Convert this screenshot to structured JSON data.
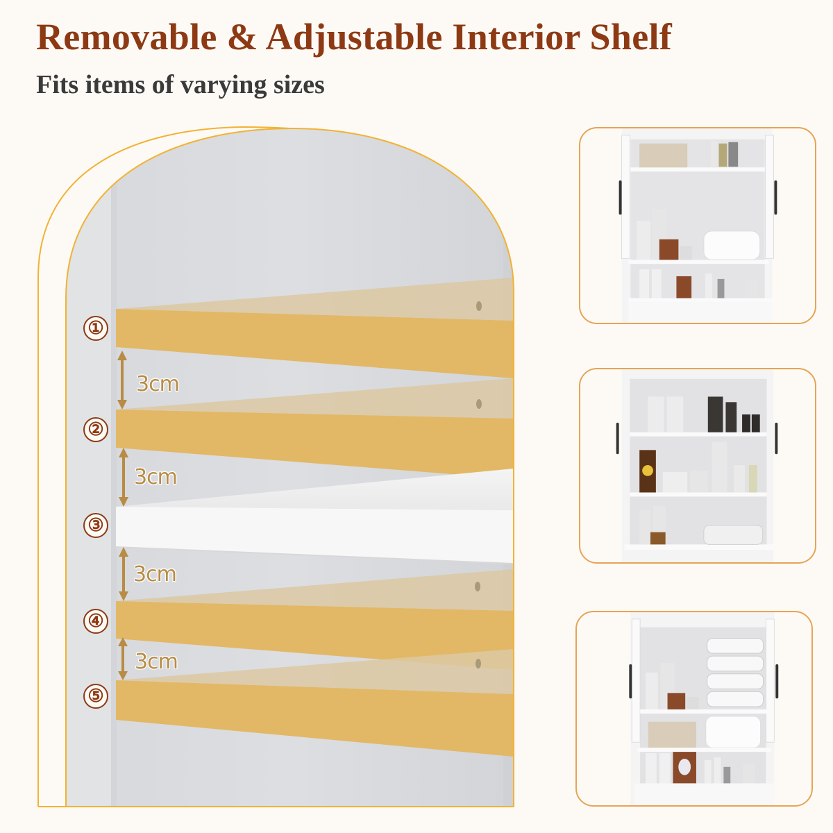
{
  "header": {
    "title": "Removable & Adjustable Interior Shelf",
    "subtitle": "Fits items of varying sizes"
  },
  "colors": {
    "title": "#8d3a14",
    "subtitle": "#3a3a3a",
    "background": "#fdfaf6",
    "shelf_highlight": "#e2b866",
    "arch_outline": "#f2b233",
    "thumb_border": "#e6a455",
    "gap_label": "#b88c45"
  },
  "shelf_positions": [
    {
      "number": "①",
      "label": "position-1"
    },
    {
      "number": "②",
      "label": "position-2"
    },
    {
      "number": "③",
      "label": "position-3"
    },
    {
      "number": "④",
      "label": "position-4"
    },
    {
      "number": "⑤",
      "label": "position-5"
    }
  ],
  "gaps": [
    {
      "label": "3cm"
    },
    {
      "label": "3cm"
    },
    {
      "label": "3cm"
    },
    {
      "label": "3cm"
    }
  ],
  "thumbnails": [
    {
      "name": "cabinet-config-1",
      "description": "Cabinet with top shelf basket, middle open space with bottles and paper towels, bottom shelf with toiletries"
    },
    {
      "name": "cabinet-config-2",
      "description": "Cabinet with three shelves of bottles, jars and a folded towel"
    },
    {
      "name": "cabinet-config-3",
      "description": "Cabinet with stacked towels, basket, paper towels and toiletries"
    }
  ]
}
